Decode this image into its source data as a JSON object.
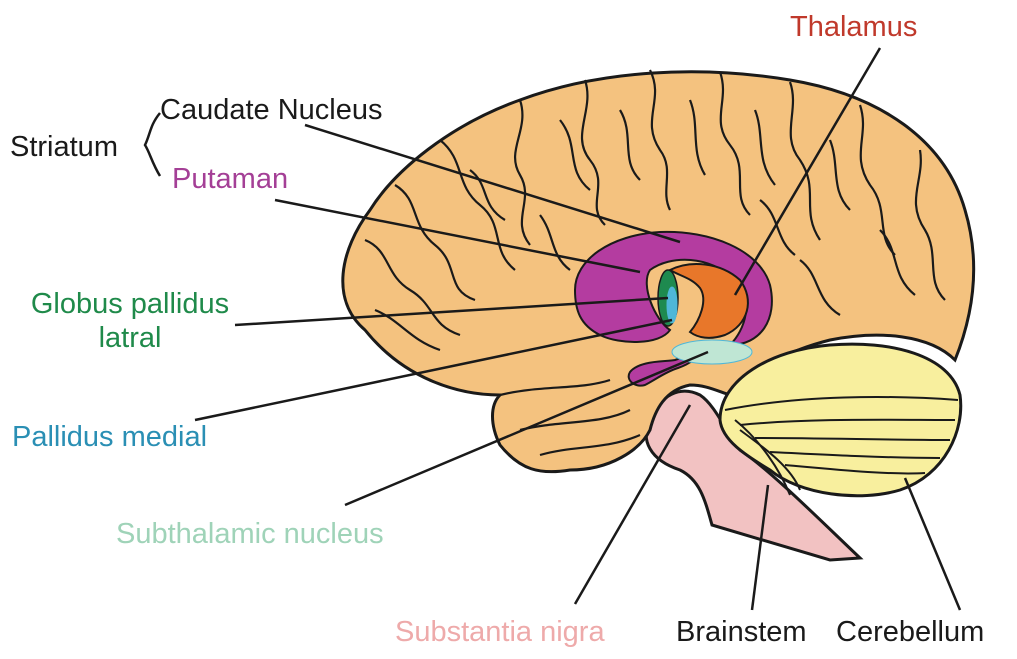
{
  "labels": {
    "thalamus": "Thalamus",
    "striatum": "Striatum",
    "caudate_nucleus": "Caudate Nucleus",
    "putaman": "Putaman",
    "globus_pallidus_line1": "Globus pallidus",
    "globus_pallidus_line2": "latral",
    "pallidus_medial": "Pallidus medial",
    "subthalamic_nucleus": "Subthalamic nucleus",
    "substantia_nigra": "Substantia nigra",
    "brainstem": "Brainstem",
    "cerebellum": "Cerebellum"
  },
  "colors": {
    "cortex": "#f4c27f",
    "outline": "#1a1a1a",
    "striatum_purple": "#b43ca0",
    "thalamus_orange": "#e8772a",
    "globus_green": "#1e8a4f",
    "pallidus_blue": "#4fb7d8",
    "subthalamic_mint": "#bfe6d4",
    "brainstem_pink": "#f2c2c2",
    "cerebellum_yellow": "#f8ef9e",
    "label_thalamus": "#c0392b",
    "label_putaman": "#a43f96",
    "label_globus": "#1f8a4a",
    "label_pallidus": "#2a8fb4",
    "label_subthalamic": "#9fd3b8",
    "label_substantia": "#eeaaaa",
    "label_black": "#1a1a1a"
  }
}
